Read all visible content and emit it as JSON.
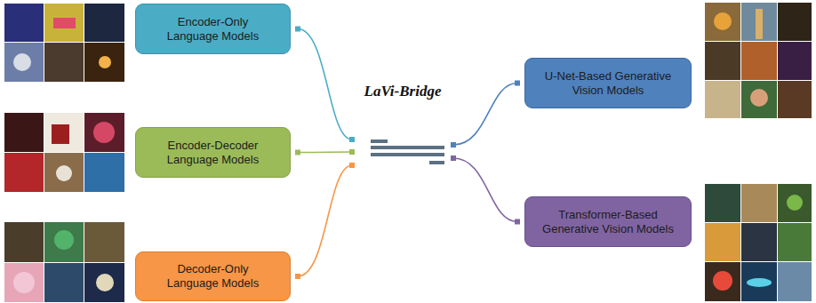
{
  "diagram": {
    "nodes": [
      {
        "text": [
          "Encoder-Only Language Models"
        ]
      },
      {
        "text": [
          "Encoder-Decoder Language Models"
        ]
      },
      {
        "text": [
          "Decoder-Only Language Models"
        ]
      },
      {
        "text": [
          "LaVi-Bridge"
        ]
      },
      {
        "text": [
          "U-Net-Based Generative Vision Models"
        ]
      },
      {
        "text": [
          "Transformer-Based Generative Vision Models"
        ]
      }
    ],
    "edges": [
      {
        "from": 0,
        "to": 3,
        "arrow": "none"
      },
      {
        "from": 1,
        "to": 3,
        "arrow": "none"
      },
      {
        "from": 2,
        "to": 3,
        "arrow": "none"
      },
      {
        "from": 3,
        "to": 4,
        "arrow": "none"
      },
      {
        "from": 3,
        "to": 5,
        "arrow": "none"
      }
    ]
  }
}
